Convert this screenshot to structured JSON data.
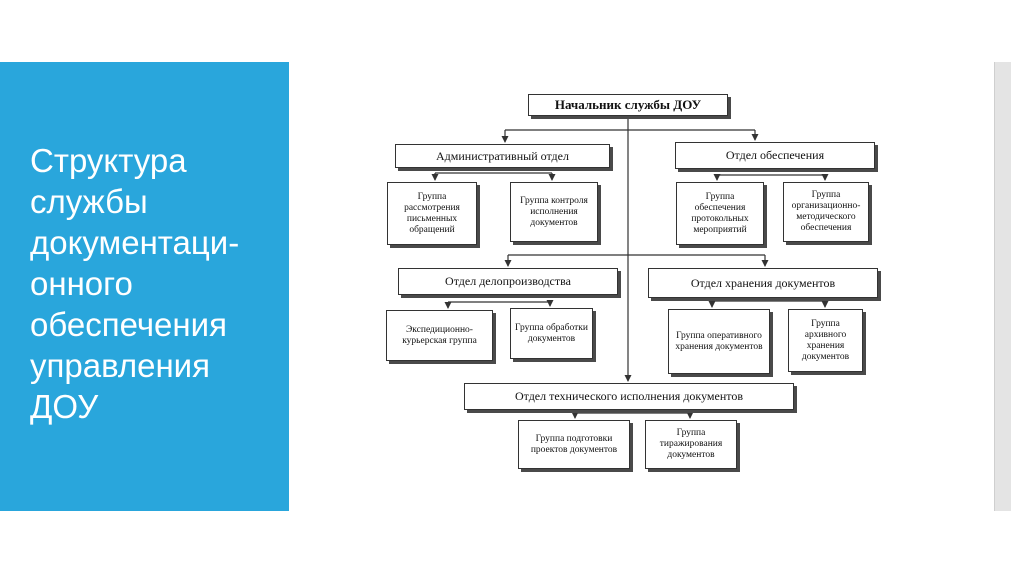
{
  "slide": {
    "title_lines": [
      "Структура",
      "службы",
      "документаци-",
      "онного",
      "обеспечения",
      "управления",
      "ДОУ"
    ]
  },
  "diagram": {
    "head": "Начальник службы ДОУ",
    "admin_dept": "Административный отдел",
    "admin_group_1": "Группа рассмотрения письменных обращений",
    "admin_group_2": "Группа контроля исполнения документов",
    "supply_dept": "Отдел обеспечения",
    "supply_group_1": "Группа обеспечения протокольных мероприятий",
    "supply_group_2": "Группа организационно-методического обеспечения",
    "records_dept": "Отдел делопроизводства",
    "records_group_1": "Экспедиционно-курьерская группа",
    "records_group_2": "Группа обработки документов",
    "storage_dept": "Отдел хранения документов",
    "storage_group_1": "Группа оперативного хранения документов",
    "storage_group_2": "Группа архивного хранения документов",
    "tech_dept": "Отдел технического исполнения документов",
    "tech_group_1": "Группа подготовки проектов документов",
    "tech_group_2": "Группа тиражирования документов"
  },
  "colors": {
    "panel": "#29a6dc",
    "title_text": "#ffffff",
    "lines": "#333333"
  }
}
